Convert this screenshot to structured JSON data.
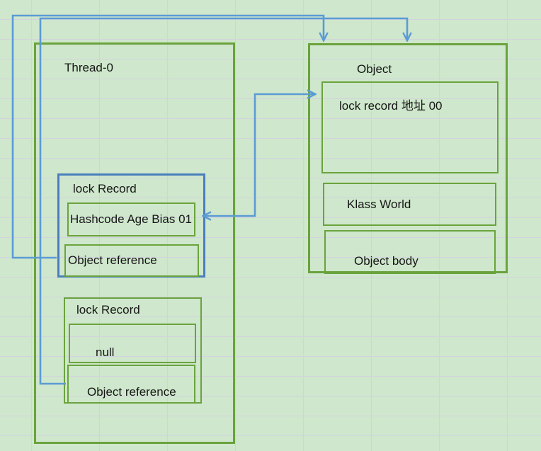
{
  "colors": {
    "background": "#cfe7cc",
    "grid_line": "#d2d3de",
    "box_green": "#6aa33d",
    "box_blue": "#4a7ebd",
    "arrow_blue": "#5b9bd5",
    "text": "#161616"
  },
  "thread_box": {
    "title": "Thread-0"
  },
  "lock_record_top": {
    "title": "lock Record",
    "mark_word": "Hashcode Age Bias 01",
    "object_reference": "Object reference"
  },
  "lock_record_bottom": {
    "title": "lock Record",
    "mark_word": "null",
    "object_reference": "Object reference"
  },
  "object_box": {
    "title": "Object",
    "mark_word": "lock record 地址 00",
    "klass": "Klass World",
    "body": "Object body"
  }
}
